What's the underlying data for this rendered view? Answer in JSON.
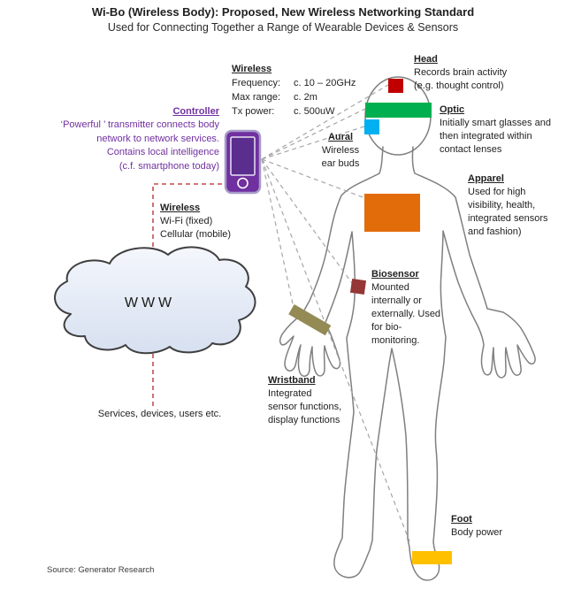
{
  "title": "Wi-Bo (Wireless Body): Proposed, New Wireless Networking Standard",
  "subtitle": "Used for Connecting Together a Range of Wearable Devices & Sensors",
  "wireless_specs": {
    "heading": "Wireless",
    "rows": [
      {
        "label": "Frequency:",
        "value": "c. 10 – 20GHz"
      },
      {
        "label": "Max range:",
        "value": "c. 2m"
      },
      {
        "label": "Tx power:",
        "value": "c. 500uW"
      }
    ]
  },
  "controller": {
    "heading": "Controller",
    "body": "‘Powerful ’ transmitter  connects body\nnetwork to network services.\nContains local intelligence\n(c.f. smartphone  today)"
  },
  "devices": {
    "head": {
      "heading": "Head",
      "body": "Records brain activity\n(e.g. thought control)"
    },
    "optic": {
      "heading": "Optic",
      "body": "Initially smart glasses and\nthen integrated within\ncontact lenses"
    },
    "aural": {
      "heading": "Aural",
      "body": "Wireless\near buds"
    },
    "apparel": {
      "heading": "Apparel",
      "body": "Used for high\nvisibility, health,\nintegrated sensors\nand fashion)"
    },
    "biosensor": {
      "heading": "Biosensor",
      "body": "Mounted\ninternally or\nexternally. Used\nfor bio-\nmonitoring."
    },
    "wristband": {
      "heading": "Wristband",
      "body": "Integrated\nsensor functions,\ndisplay functions"
    },
    "foot": {
      "heading": "Foot",
      "body": "Body power"
    }
  },
  "network": {
    "wireless_heading": "Wireless",
    "wireless_body": "Wi-Fi (fixed)\nCellular (mobile)",
    "cloud_label": "WWW",
    "services_caption": "Services, devices, users etc."
  },
  "source": "Source: Generator Research",
  "colors": {
    "head_device": "#c00000",
    "optic_device": "#00b050",
    "aural_device": "#00b0f0",
    "apparel_device": "#e36c0a",
    "biosensor_device": "#953735",
    "wristband_device": "#948a54",
    "foot_device": "#ffc000",
    "controller_accent": "#7030a0",
    "phone_screen": "#5b2d8e",
    "link_red": "#c0504d",
    "link_gray": "#a6a6a6",
    "body_outline": "#7f7f7f"
  }
}
